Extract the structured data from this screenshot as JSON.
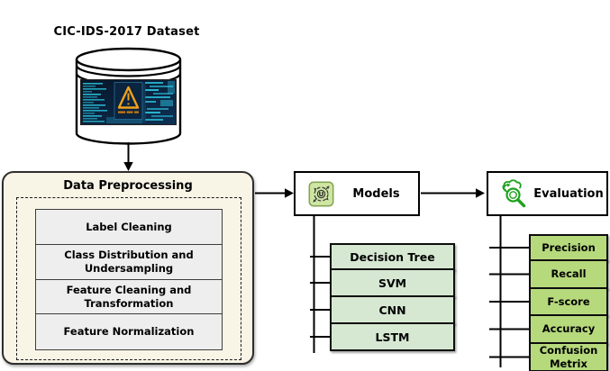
{
  "dataset": {
    "title": "CIC-IDS-2017 Dataset",
    "icon": "database-cylinder-icon",
    "image": "cyber-attack-warning-image"
  },
  "preprocessing": {
    "title": "Data Preprocessing",
    "steps": [
      {
        "label": "Label Cleaning"
      },
      {
        "label": "Class Distribution and Undersampling"
      },
      {
        "label": "Feature Cleaning and Transformation"
      },
      {
        "label": "Feature Normalization"
      }
    ]
  },
  "models": {
    "title": "Models",
    "icon": "transform-rotate-icon",
    "items": [
      {
        "label": "Decision Tree"
      },
      {
        "label": "SVM"
      },
      {
        "label": "CNN"
      },
      {
        "label": "LSTM"
      }
    ]
  },
  "evaluation": {
    "title": "Evaluation",
    "icon": "magnifier-refresh-cloud-icon",
    "items": [
      {
        "label": "Precision"
      },
      {
        "label": "Recall"
      },
      {
        "label": "F-score"
      },
      {
        "label": "Accuracy"
      },
      {
        "label": "Confusion Metrix"
      }
    ]
  },
  "colors": {
    "preprocessing_fill": "#f8f4e6",
    "preprocessing_border": "#2e2e2e",
    "step_fill": "#eeeeee",
    "model_item_fill": "#d6e8d2",
    "evaluation_item_fill": "#b6d97c",
    "stage_border": "#000000",
    "connector": "#000000",
    "icon_green": "#1ea21e",
    "models_icon_fill": "#cfe6a3",
    "warning_orange": "#f0a21a",
    "photo_navy": "#081a33",
    "photo_cyan": "#2fd4f0"
  }
}
